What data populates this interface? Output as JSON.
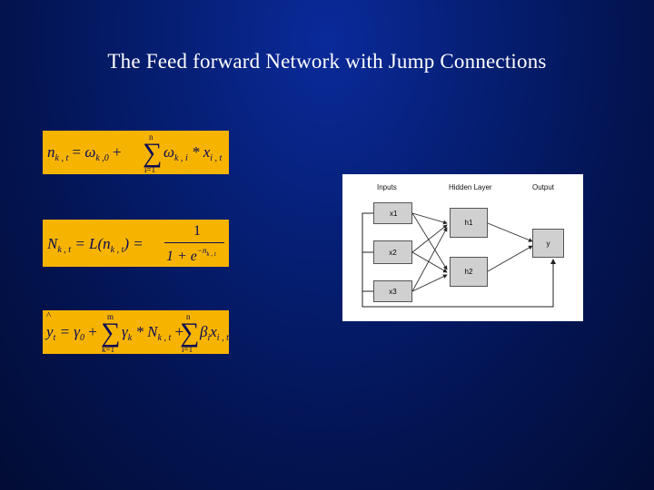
{
  "slide": {
    "title": "The Feed forward Network with Jump Connections"
  },
  "formulas": {
    "f1": {
      "lhs": "n",
      "lhs_sub": "k , t",
      "eq": "=",
      "omega0": "ω",
      "omega0_sub": "k ,0",
      "plus": "+",
      "sum_top": "n",
      "sum_bottom": "i=1",
      "omega": "ω",
      "omega_sub": "k , i",
      "times": "* x",
      "x_sub": "i , t"
    },
    "f2": {
      "lhs": "N",
      "lhs_sub": "k , t",
      "eq": "= L(n",
      "n_sub": "k , t",
      "close": ") =",
      "numerator": "1",
      "denominator": "1 + e",
      "exponent": "−n",
      "exponent_sub": "k , t"
    },
    "f3": {
      "hat": "^",
      "lhs": "y",
      "lhs_sub": "t",
      "eq": "= γ",
      "gamma0_sub": "0",
      "plus1": "+",
      "sum1_top": "m",
      "sum1_bottom": "k=1",
      "gamma": "γ",
      "gamma_sub": "k",
      "times": "* N",
      "N_sub": "k , t",
      "plus2": "+",
      "sum2_top": "n",
      "sum2_bottom": "i=1",
      "beta": "β",
      "beta_sub": "i",
      "x": "x",
      "x_sub": "i , t"
    }
  },
  "diagram": {
    "headers": [
      "Inputs",
      "Hidden Layer",
      "Output"
    ],
    "inputs": [
      "x1",
      "x2",
      "x3"
    ],
    "hidden": [
      "h1",
      "h2"
    ],
    "output": "y",
    "colors": {
      "node_fill": "#d0d0d0",
      "panel_bg": "#ffffff",
      "formula_bg": "#f6b400"
    }
  }
}
